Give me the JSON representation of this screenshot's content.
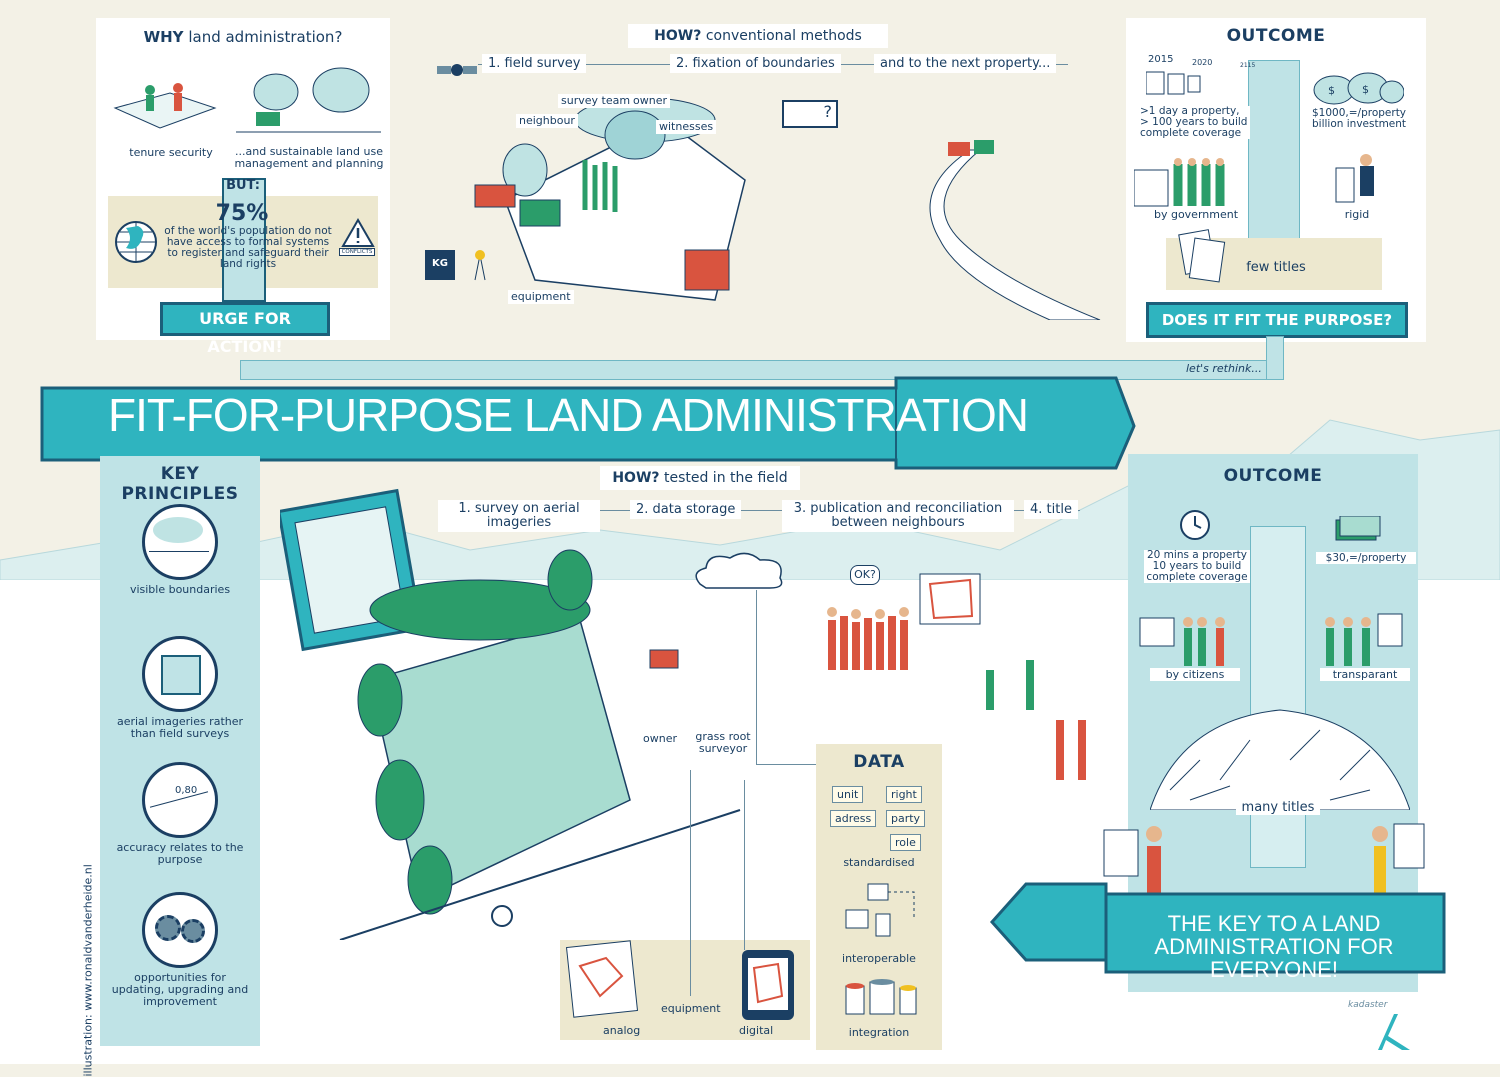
{
  "top_left": {
    "title_why": "WHY",
    "title_rest": "land administration?",
    "tenure": "tenure security",
    "landuse": "...and sustainable land use management and planning",
    "but": "BUT:",
    "percent": "75%",
    "population_text": "of the world's population do not have access to formal systems to register and safeguard their land rights",
    "conflicts": "CONFLICTS",
    "urge": "URGE FOR ACTION!"
  },
  "top_mid": {
    "how": "HOW?",
    "how_rest": "conventional methods",
    "step1": "1. field survey",
    "step2": "2. fixation of boundaries",
    "step3": "and to the next property...",
    "survey_team": "survey team",
    "owner": "owner",
    "neighbour": "neighbour",
    "witnesses": "witnesses",
    "equipment": "equipment",
    "kg": "KG"
  },
  "top_right": {
    "title": "OUTCOME",
    "y2015": "2015",
    "y2020": "2020",
    "y2115": "2115",
    "time_text": ">1 day a property, > 100 years to build complete coverage",
    "cost_text": "$1000,=/property billion investment",
    "gov": "by government",
    "rigid": "rigid",
    "few": "few titles",
    "fit": "DOES IT FIT THE PURPOSE?",
    "rethink": "let's rethink..."
  },
  "banner": {
    "title": "FIT-FOR-PURPOSE LAND ADMINISTRATION"
  },
  "key_principles": {
    "title": "KEY PRINCIPLES",
    "items": [
      {
        "label": "visible boundaries"
      },
      {
        "label": "aerial imageries rather than field surveys"
      },
      {
        "label": "accuracy relates to the purpose"
      },
      {
        "label": "opportunities for updating, upgrading and improvement"
      }
    ],
    "accuracy_value": "0,80"
  },
  "bottom_mid": {
    "how": "HOW?",
    "how_rest": "tested in the field",
    "step1": "1. survey on aerial imageries",
    "step2": "2. data storage",
    "step3": "3. publication and reconciliation between neighbours",
    "step4": "4. title",
    "ok": "OK?",
    "owner": "owner",
    "surveyor": "grass root surveyor",
    "equipment": "equipment",
    "analog": "analog",
    "digital": "digital"
  },
  "data_box": {
    "title": "DATA",
    "unit": "unit",
    "right": "right",
    "adress": "adress",
    "party": "party",
    "role": "role",
    "standardised": "standardised",
    "interoperable": "interoperable",
    "integration": "integration"
  },
  "bottom_right": {
    "title": "OUTCOME",
    "time_text": "20 mins a property 10 years to build complete coverage",
    "cost_text": "$30,=/property",
    "citizens": "by citizens",
    "transparant": "transparant",
    "many": "many titles",
    "key": "THE KEY TO A LAND ADMINISTRATION FOR EVERYONE!"
  },
  "credits": {
    "illustration": "illustration: www.ronaldvanderheide.nl",
    "kadaster": "kadaster"
  }
}
